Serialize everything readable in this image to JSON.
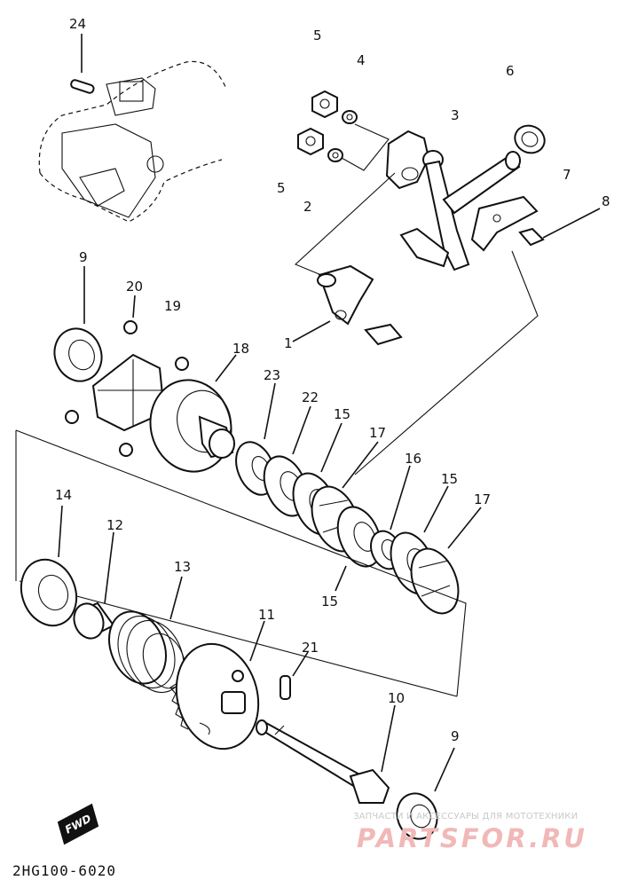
{
  "diagram": {
    "code": "2HG100-6020",
    "fwd_label": "FWD",
    "callouts": [
      "24",
      "5",
      "4",
      "6",
      "3",
      "5",
      "2",
      "7",
      "8",
      "9",
      "20",
      "19",
      "1",
      "18",
      "23",
      "22",
      "15",
      "17",
      "16",
      "15",
      "17",
      "14",
      "12",
      "13",
      "15",
      "11",
      "21",
      "10",
      "9"
    ]
  },
  "watermark": {
    "tagline": "ЗАПЧАСТИ И АКСЕССУАРЫ ДЛЯ МОТОТЕХНИКИ",
    "logo": "PARTSFOR.RU"
  },
  "colors": {
    "ink": "#111111",
    "watermark_text": "#c9c9c9",
    "watermark_logo": "#f1b8b8"
  }
}
